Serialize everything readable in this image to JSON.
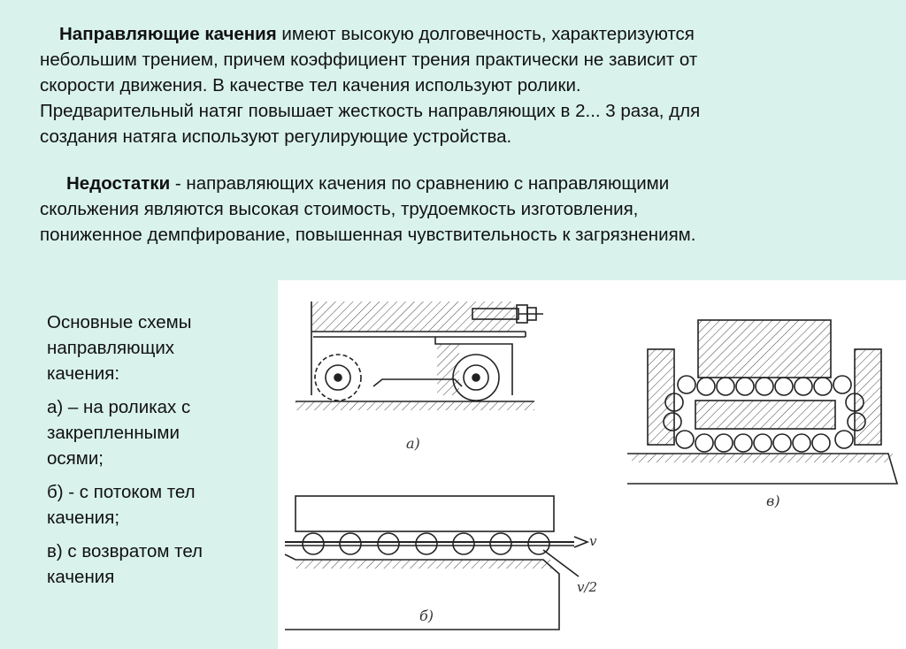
{
  "paragraph1": {
    "bold": "Направляющие качения",
    "line1_rest": " имеют высокую долговечность, характеризуются",
    "line2": "небольшим трением, причем коэффициент трения практически не зависит от",
    "line3": "скорости движения. В качестве тел качения используют ролики.",
    "line4": "Предварительный натяг повышает жесткость направляющих в 2... 3 раза, для",
    "line5": "создания натяга используют регулирующие устройства."
  },
  "paragraph2": {
    "bold": "Недостатки",
    "line1_rest": " - направляющих качения по сравнению с направляющими",
    "line2": "скольжения являются высокая стоимость, трудоемкость изготовления,",
    "line3": "пониженное демпфирование, повышенная чувствительность к  загрязнениям."
  },
  "sidebar": {
    "intro": [
      "Основные схемы",
      "направляющих",
      "качения:"
    ],
    "item_a": [
      "а) – на роликах с",
      "закрепленными",
      "осями;"
    ],
    "item_b": [
      "б) - с потоком тел",
      "качения;"
    ],
    "item_v": [
      "в) с возвратом тел",
      "качения"
    ]
  },
  "figure": {
    "label_a": "а)",
    "label_b": "б)",
    "label_v": "в)",
    "speed": "v",
    "half_speed": "v/2"
  }
}
